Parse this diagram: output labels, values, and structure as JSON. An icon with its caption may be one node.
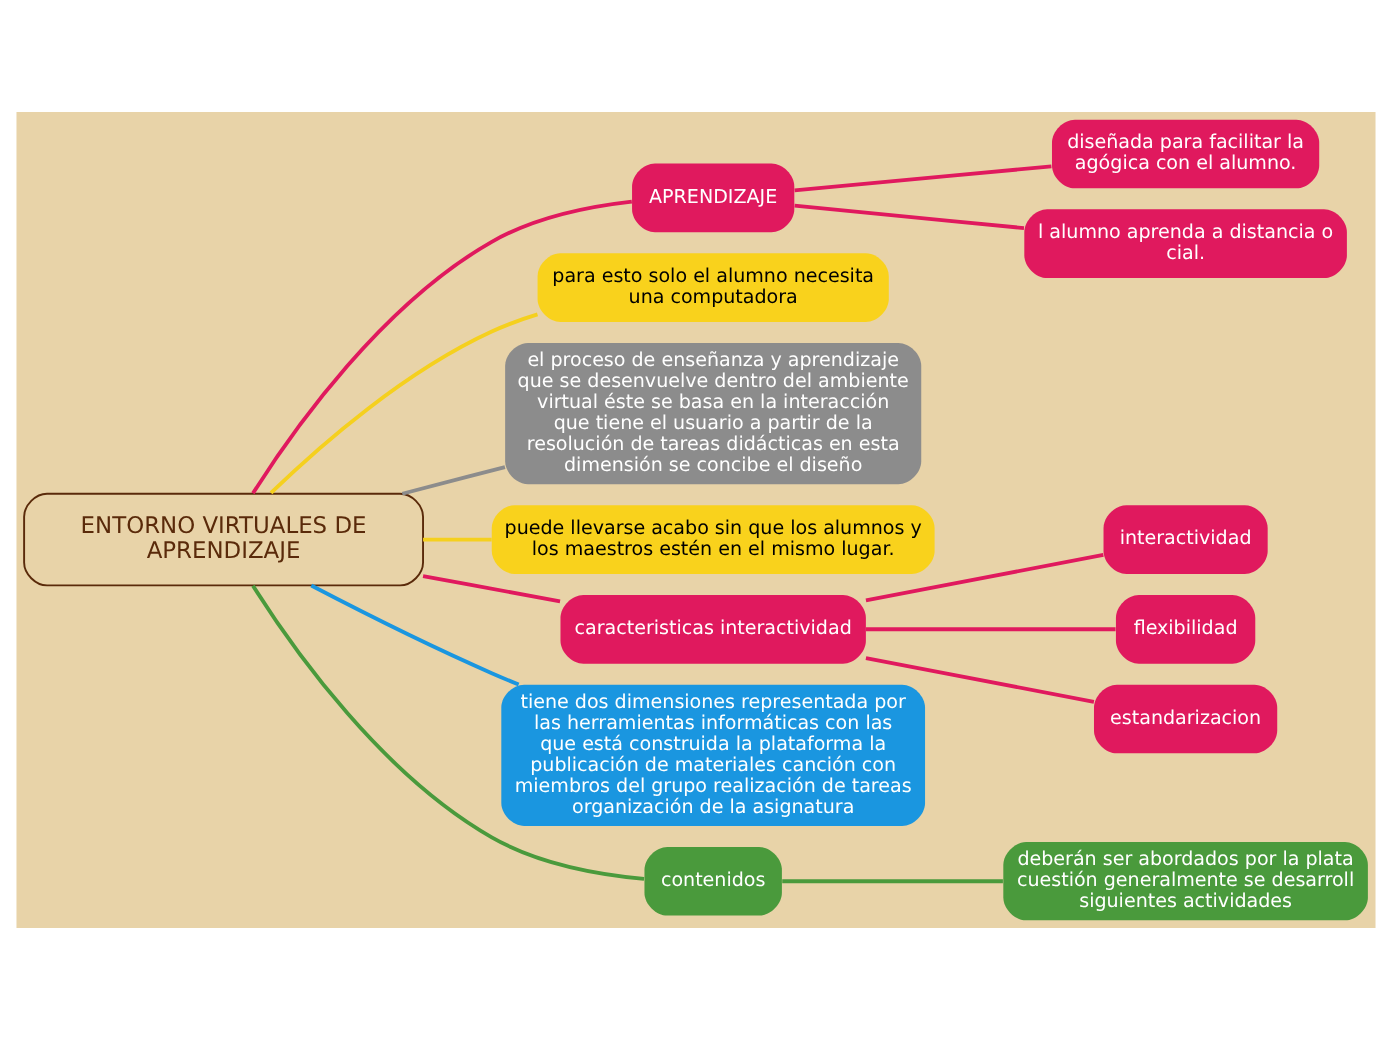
{
  "diagram": {
    "nodes": [
      {
        "text": [
          "ENTORNO VIRTUALES DE APRENDIZAJE"
        ]
      },
      {
        "text": [
          "APRENDIZAJE"
        ]
      },
      {
        "text": [
          "diseñada para facilitar la agógica con el alumno."
        ]
      },
      {
        "text": [
          "l alumno aprenda a distancia o cial."
        ]
      },
      {
        "text": [
          "para esto solo el alumno necesita una computadora"
        ]
      },
      {
        "text": [
          "el proceso de enseñanza y aprendizaje que se desenvuelve dentro del ambiente virtual éste se basa en la interacción que tiene el usuario a partir de la resolución de tareas didácticas en esta dimensión se concibe el diseño"
        ]
      },
      {
        "text": [
          "puede llevarse acabo sin que los alumnos y los maestros estén en el mismo lugar."
        ]
      },
      {
        "text": [
          "caracteristicas interactividad"
        ]
      },
      {
        "text": [
          "interactividad"
        ]
      },
      {
        "text": [
          "flexibilidad"
        ]
      },
      {
        "text": [
          "estandarizacion"
        ]
      },
      {
        "text": [
          "tiene dos dimensiones representada por las herramientas informáticas con las que está construida la plataforma la publicación de materiales canción con miembros del grupo realización de tareas organización de la asignatura"
        ]
      },
      {
        "text": [
          "contenidos"
        ]
      },
      {
        "text": [
          "deberán ser abordados por la plata cuestión generalmente se desarroll siguientes actividades"
        ]
      }
    ],
    "edges": [
      {
        "from": 0,
        "to": 1,
        "arrow": "none"
      },
      {
        "from": 1,
        "to": 2,
        "arrow": "none"
      },
      {
        "from": 1,
        "to": 3,
        "arrow": "none"
      },
      {
        "from": 0,
        "to": 4,
        "arrow": "none",
        "color": "#f5d01e"
      },
      {
        "from": 0,
        "to": 5,
        "arrow": "none",
        "color": "#8c8c8c"
      },
      {
        "from": 0,
        "to": 6,
        "arrow": "none",
        "color": "#f5d01e"
      },
      {
        "from": 0,
        "to": 7,
        "arrow": "none"
      },
      {
        "from": 7,
        "to": 8,
        "arrow": "none"
      },
      {
        "from": 7,
        "to": 9,
        "arrow": "none"
      },
      {
        "from": 7,
        "to": 10,
        "arrow": "none"
      },
      {
        "from": 0,
        "to": 11,
        "arrow": "none",
        "color": "#1a96e0"
      },
      {
        "from": 0,
        "to": 12,
        "arrow": "none",
        "color": "#4a9a3c"
      },
      {
        "from": 12,
        "to": 13,
        "arrow": "none",
        "color": "#4a9a3c"
      }
    ]
  }
}
